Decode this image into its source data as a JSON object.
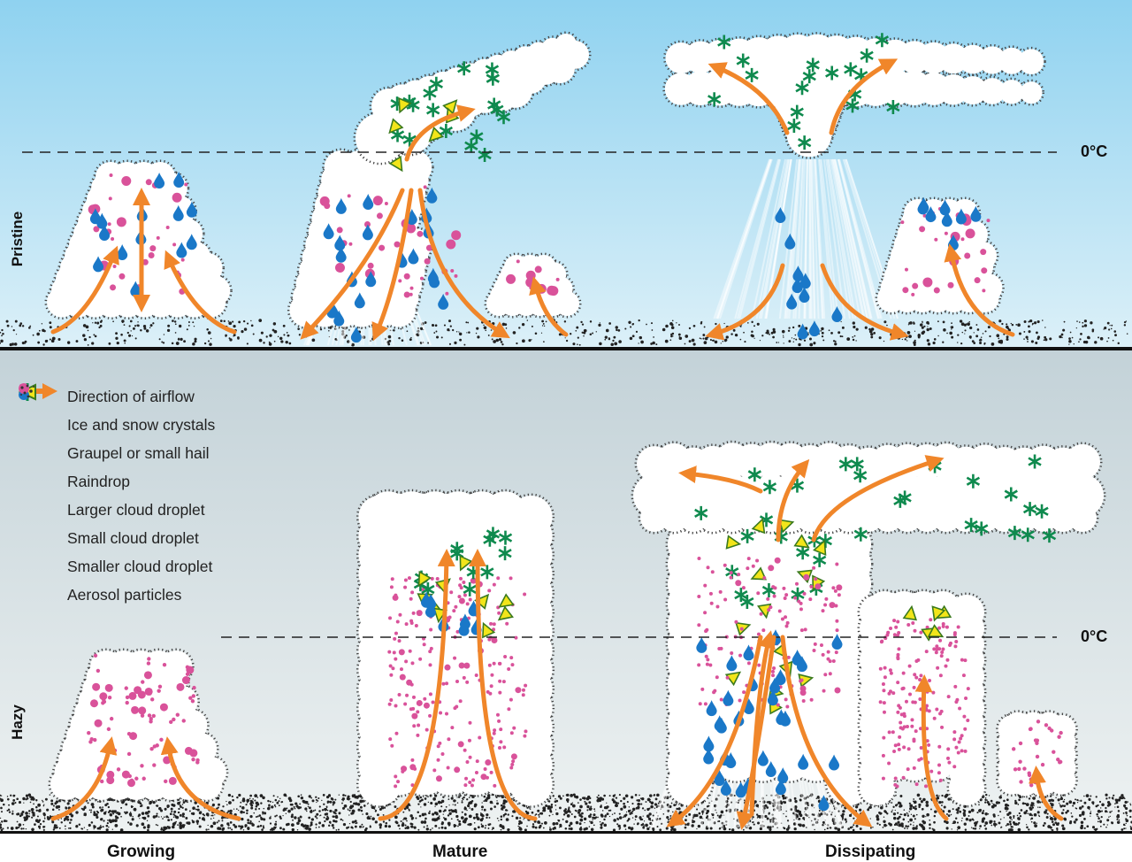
{
  "panels": {
    "top": "Pristine",
    "bottom": "Hazy"
  },
  "stages": [
    "Growing",
    "Mature",
    "Dissipating"
  ],
  "freezing_level": "0°C",
  "legend": [
    {
      "icon": "orange-arrow-icon",
      "label": "Direction of airflow"
    },
    {
      "icon": "green-asterisk-icon",
      "label": "Ice and snow crystals"
    },
    {
      "icon": "yellow-triangle-icon",
      "label": "Graupel or small hail"
    },
    {
      "icon": "blue-drop-icon",
      "label": "Raindrop"
    },
    {
      "icon": "large-pink-dot-icon",
      "label": "Larger cloud droplet"
    },
    {
      "icon": "medium-pink-dot-icon",
      "label": "Small cloud droplet"
    },
    {
      "icon": "small-pink-dot-icon",
      "label": "Smaller cloud droplet"
    },
    {
      "icon": "aerosol-specks-icon",
      "label": "Aerosol particles"
    }
  ],
  "colors": {
    "airflow": "#f0862a",
    "ice": "#0f8a4e",
    "graupel": "#f2e51a",
    "rain": "#1a78c8",
    "droplet": "#d9529a",
    "sky_top": "#8fd2f0",
    "haze": "#c9d6db"
  }
}
